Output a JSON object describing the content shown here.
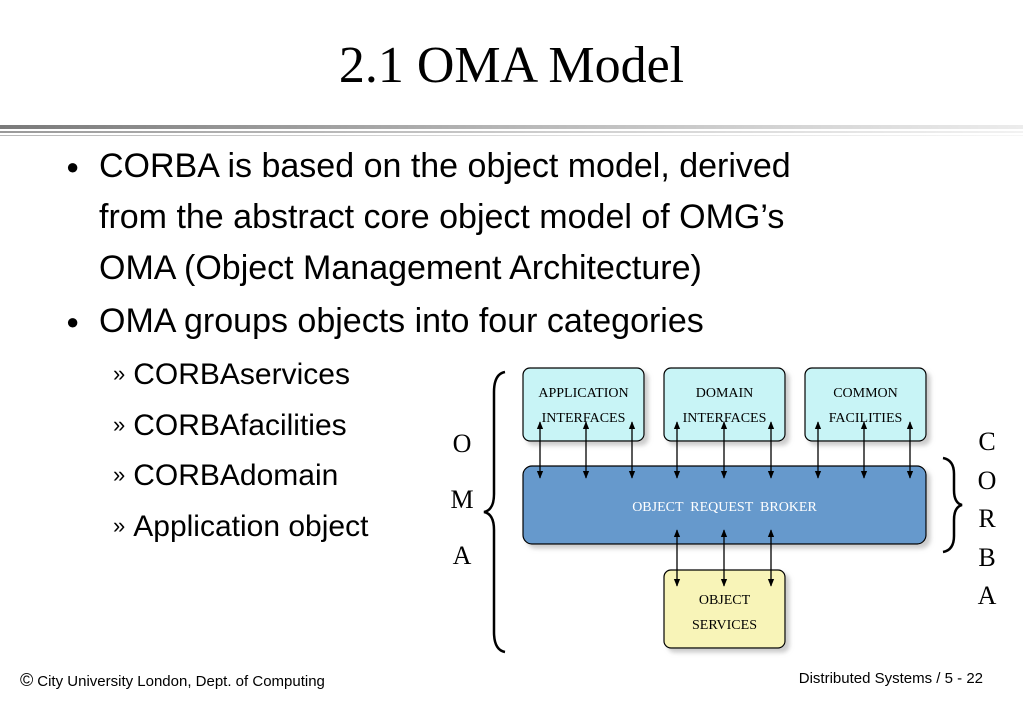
{
  "title": "2.1 OMA Model",
  "bullets": [
    {
      "lines": [
        "CORBA is based on the object model, derived",
        "from the abstract core object model of OMG’s",
        "OMA (Object Management Architecture)"
      ]
    },
    {
      "lines": [
        "OMA groups objects into four categories"
      ]
    }
  ],
  "sub_bullets": [
    "CORBAservices",
    "CORBAfacilities",
    "CORBAdomain",
    "Application object"
  ],
  "sub_marker": "»",
  "diagram": {
    "boxes": {
      "application_interfaces": [
        "APPLICATION",
        "INTERFACES"
      ],
      "domain_interfaces": [
        "DOMAIN",
        "INTERFACES"
      ],
      "common_facilities": [
        "COMMON",
        "FACILITIES"
      ],
      "orb": "OBJECT  REQUEST  BROKER",
      "object_services": [
        "OBJECT",
        "SERVICES"
      ]
    },
    "oma_letters": [
      "O",
      "M",
      "A"
    ],
    "corba_letters": [
      "C",
      "O",
      "R",
      "B",
      "A"
    ],
    "colors": {
      "top_boxes": "#c8f4f6",
      "orb": "#6699cc",
      "services": "#f8f4b8",
      "orb_text": "#ffffff"
    }
  },
  "footer": {
    "copyright_symbol": "©",
    "left": "City University London, Dept. of Computing",
    "right": "Distributed Systems / 5 - 22"
  }
}
